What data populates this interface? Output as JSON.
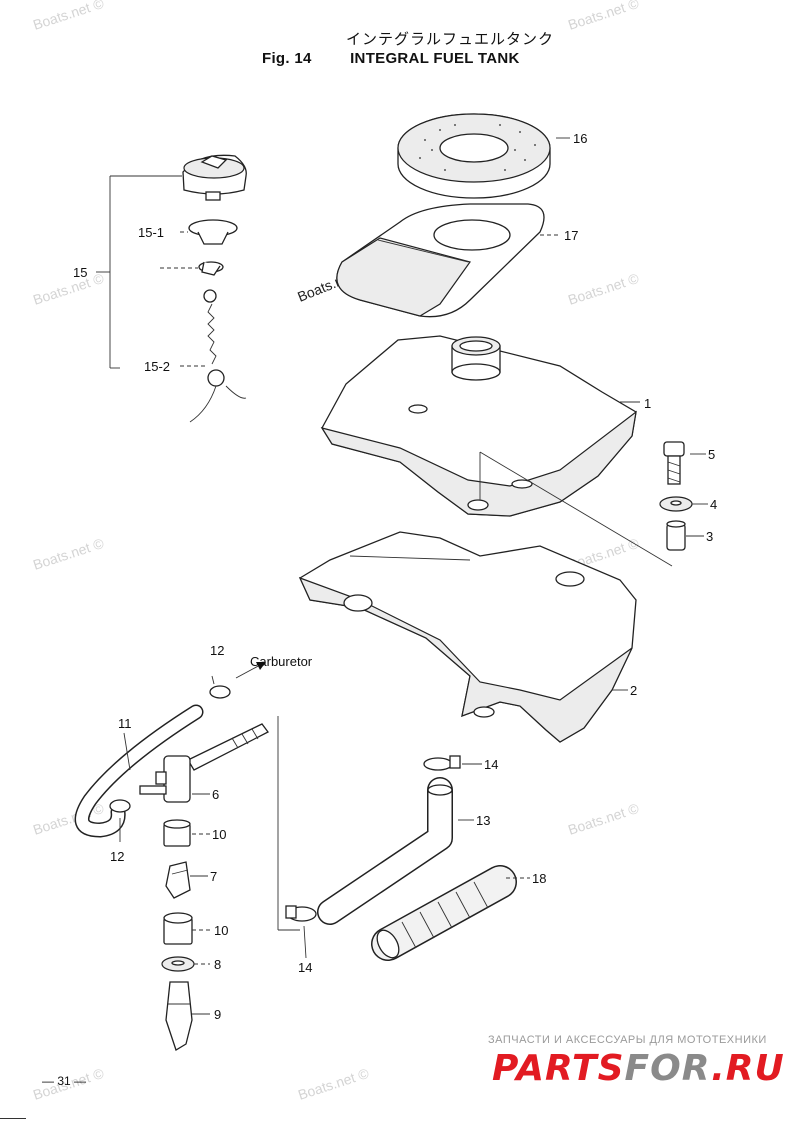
{
  "title": {
    "japanese": "インテグラルフュエルタンク",
    "fig": "Fig. 14",
    "english": "INTEGRAL FUEL TANK"
  },
  "callouts": {
    "c1": "1",
    "c2": "2",
    "c3": "3",
    "c4": "4",
    "c5": "5",
    "c6": "6",
    "c7": "7",
    "c8": "8",
    "c9": "9",
    "c10a": "10",
    "c10b": "10",
    "c11": "11",
    "c12a": "12",
    "c12b": "12",
    "c13": "13",
    "c14a": "14",
    "c14b": "14",
    "c15": "15",
    "c15_1": "15-1",
    "c15_2": "15-2",
    "c16": "16",
    "c17": "17",
    "c18": "18"
  },
  "annotation": {
    "carburetor": "Carburetor"
  },
  "watermark": "Boats.net ©",
  "page_number": "— 31 —",
  "shop": {
    "tagline": "ЗАПЧАСТИ И АКСЕССУАРЫ ДЛЯ МОТОТЕХНИКИ",
    "logo_red": "PARTS",
    "logo_gray": "FOR",
    "logo_end": ".RU"
  }
}
